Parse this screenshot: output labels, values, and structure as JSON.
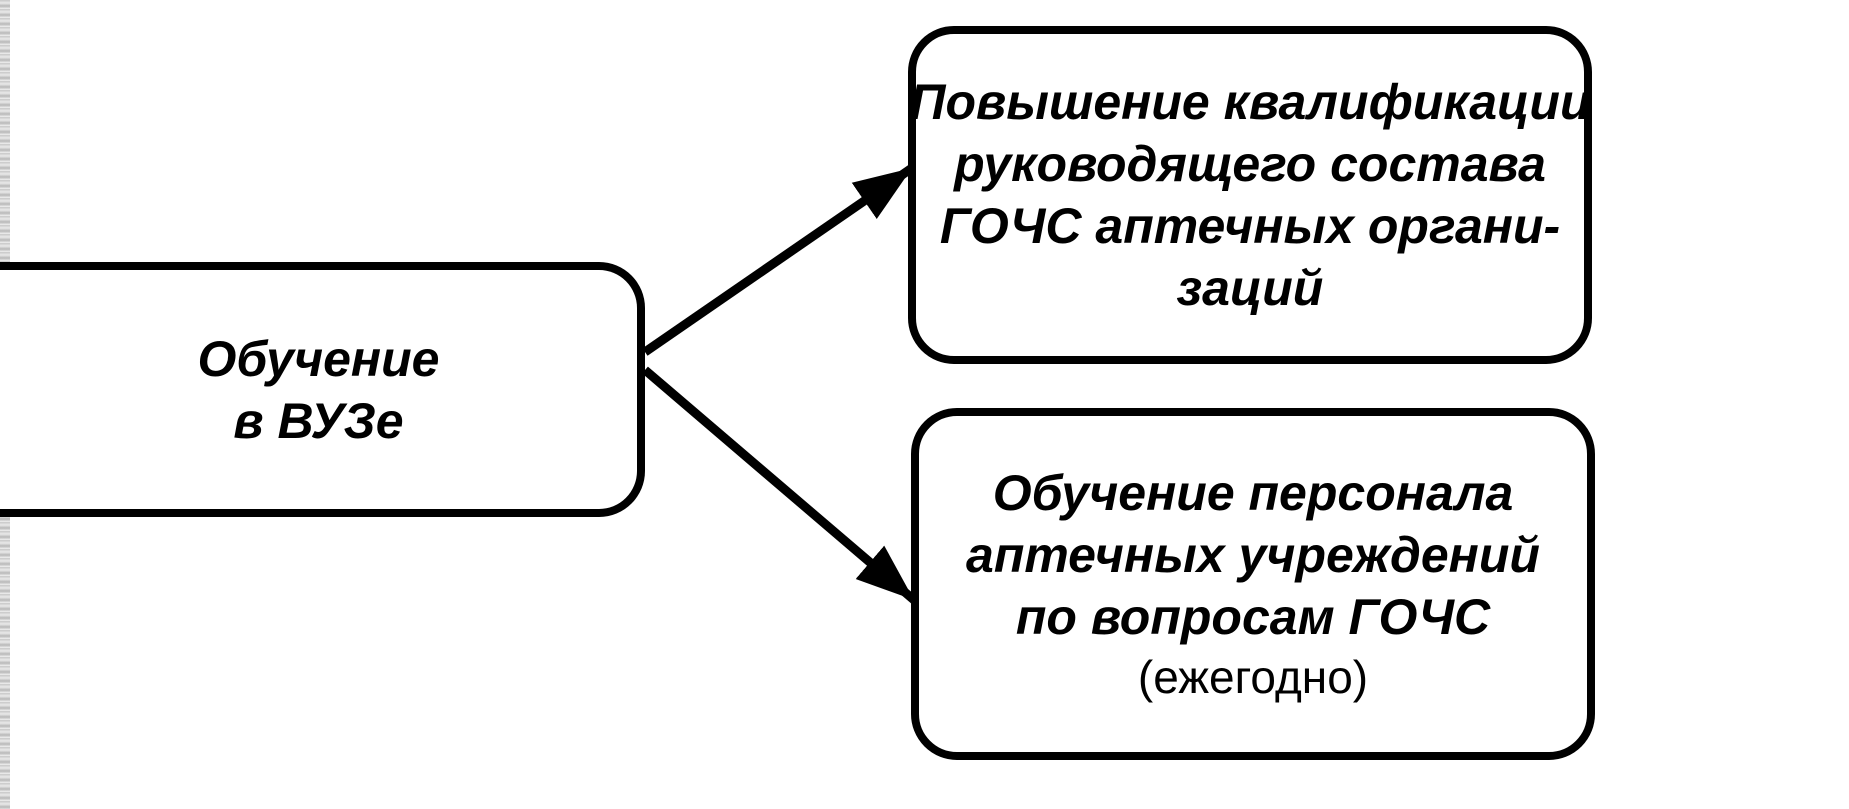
{
  "diagram": {
    "source_box": {
      "lines": [
        "Обучение",
        "в ВУЗе"
      ]
    },
    "targets": [
      {
        "lines": [
          "Повышение квалификации",
          "руководящего состава",
          "ГОЧС аптечных органи-",
          "заций"
        ],
        "note": ""
      },
      {
        "lines": [
          "Обучение персонала",
          "аптечных учреждений",
          "по вопросам ГОЧС"
        ],
        "note": "(ежегодно)"
      }
    ],
    "edges": [
      {
        "from": "source_box",
        "to": "targets.0"
      },
      {
        "from": "source_box",
        "to": "targets.1"
      }
    ],
    "colors": {
      "stroke": "#000000",
      "background": "#ffffff"
    }
  }
}
